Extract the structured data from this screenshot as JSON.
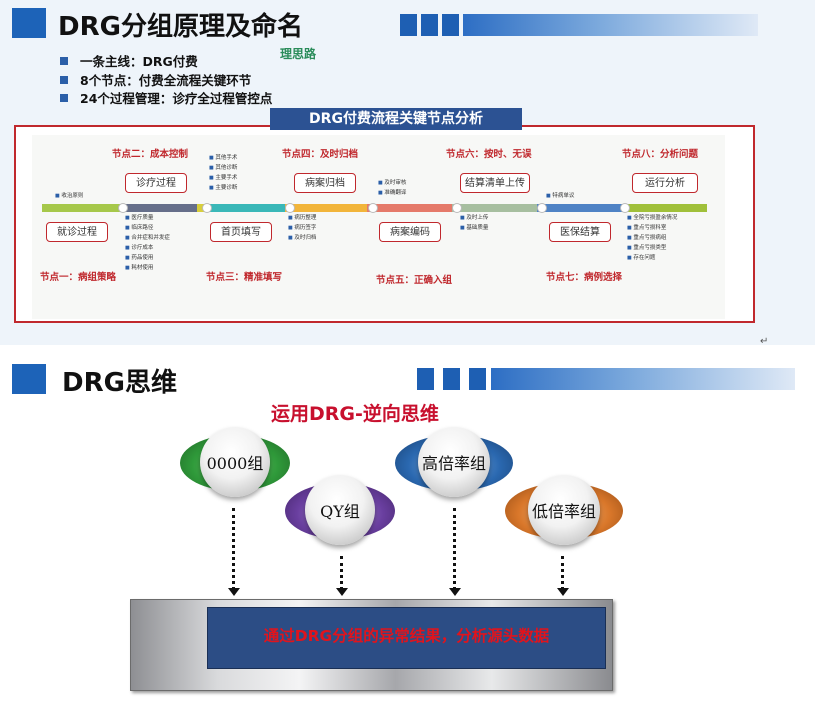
{
  "section1": {
    "title": "DRG分组原理及命名",
    "bullets": [
      "一条主线：DRG付费",
      "8个节点：付费全流程关键环节",
      "24个过程管理：诊疗全过程管控点"
    ],
    "side_note": "理思路"
  },
  "diagram": {
    "title": "DRG付费流程关键节点分析",
    "top_nodes": [
      {
        "label": "节点二：成本控制",
        "box": "诊疗过程"
      },
      {
        "label": "节点四：及时归档",
        "box": "病案归档"
      },
      {
        "label": "节点六：按时、无误",
        "box": "结算清单上传"
      },
      {
        "label": "节点八：分析问题",
        "box": "运行分析"
      }
    ],
    "bottom_nodes": [
      {
        "label": "节点一：病组策略",
        "box": "就诊过程"
      },
      {
        "label": "节点三：精准填写",
        "box": "首页填写"
      },
      {
        "label": "节点五：正确入组",
        "box": "病案编码"
      },
      {
        "label": "节点七：病例选择",
        "box": "医保结算"
      }
    ],
    "detail_lists": {
      "pre_visit": [
        "收治原则"
      ],
      "treatment": [
        "医疗质量",
        "临床路径",
        "合并症和并发症",
        "诊疗成本",
        "药品使用",
        "耗材使用"
      ],
      "homepage": [
        "其他手术",
        "其他诊断",
        "主要手术",
        "主要诊断"
      ],
      "archive": [
        "病历整理",
        "病历签字",
        "及时归档"
      ],
      "coding": [
        "及时审核",
        "准确翻译"
      ],
      "upload": [
        "及时上传",
        "基础质量"
      ],
      "settlement": [
        "特病单议"
      ],
      "analysis": [
        "全院亏损盈余情况",
        "重点亏损科室",
        "重点亏损病组",
        "重点亏损类型",
        "存在问题"
      ]
    }
  },
  "section2": {
    "title": "DRG思维",
    "subtitle": "运用DRG-逆向思维",
    "groups": [
      "0000组",
      "QY组",
      "高倍率组",
      "低倍率组"
    ],
    "conclusion": "通过DRG分组的异常结果，分析源头数据"
  },
  "colors": {
    "accent_blue": "#1d63b8",
    "frame_red": "#c0282d",
    "title_bar": "#2c5293",
    "subhead_red": "#c8102e",
    "ball_rims": [
      "#2f9a3a",
      "#6a3fa0",
      "#2a68b0",
      "#d9772a"
    ],
    "timeline": [
      "#a6c84a",
      "#666f8a",
      "#d8cf3b",
      "#3ab8b8",
      "#f2b53a",
      "#e57a6a",
      "#a7bfa0",
      "#4f83c5",
      "#a0c03a"
    ]
  }
}
